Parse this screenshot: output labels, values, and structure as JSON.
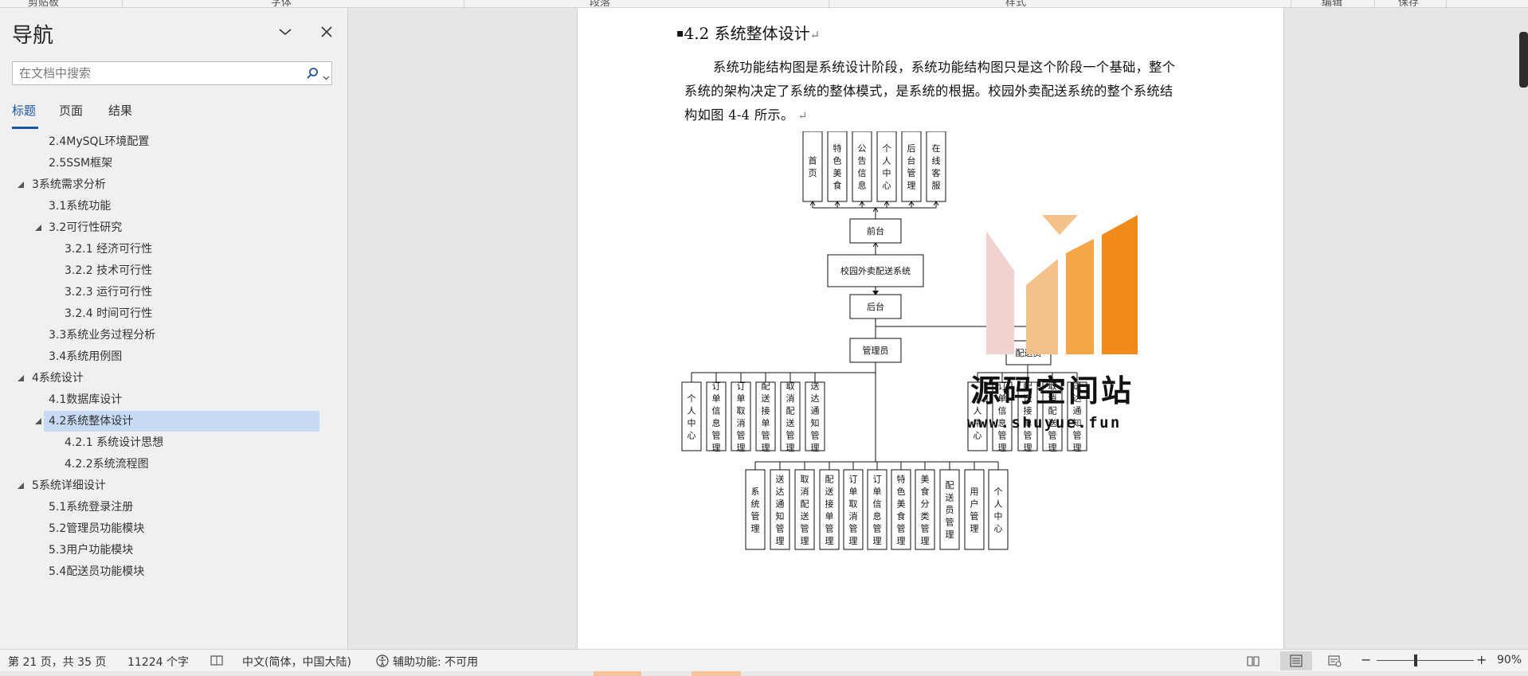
{
  "ribbon": {
    "groups": [
      "剪贴板",
      "字体",
      "段落",
      "样式",
      "编辑",
      "保存"
    ]
  },
  "nav": {
    "title": "导航",
    "search_placeholder": "在文档中搜索",
    "tabs": [
      {
        "label": "标题",
        "active": true
      },
      {
        "label": "页面",
        "active": false
      },
      {
        "label": "结果",
        "active": false
      }
    ],
    "outline": [
      {
        "text": "2.4MySQL环境配置",
        "level": 2,
        "expander": false,
        "selected": false
      },
      {
        "text": "2.5SSM框架",
        "level": 2,
        "expander": false,
        "selected": false
      },
      {
        "text": "3系统需求分析",
        "level": 1,
        "expander": true,
        "selected": false
      },
      {
        "text": "3.1系统功能",
        "level": 2,
        "expander": false,
        "selected": false
      },
      {
        "text": "3.2可行性研究",
        "level": 2,
        "expander": true,
        "selected": false
      },
      {
        "text": "3.2.1 经济可行性",
        "level": 3,
        "expander": false,
        "selected": false
      },
      {
        "text": "3.2.2 技术可行性",
        "level": 3,
        "expander": false,
        "selected": false
      },
      {
        "text": "3.2.3 运行可行性",
        "level": 3,
        "expander": false,
        "selected": false
      },
      {
        "text": "3.2.4 时间可行性",
        "level": 3,
        "expander": false,
        "selected": false
      },
      {
        "text": "3.3系统业务过程分析",
        "level": 2,
        "expander": false,
        "selected": false
      },
      {
        "text": "3.4系统用例图",
        "level": 2,
        "expander": false,
        "selected": false
      },
      {
        "text": "4系统设计",
        "level": 1,
        "expander": true,
        "selected": false
      },
      {
        "text": "4.1数据库设计",
        "level": 2,
        "expander": false,
        "selected": false
      },
      {
        "text": "4.2系统整体设计",
        "level": 2,
        "expander": true,
        "selected": true
      },
      {
        "text": "4.2.1 系统设计思想",
        "level": 3,
        "expander": false,
        "selected": false
      },
      {
        "text": "4.2.2系统流程图",
        "level": 3,
        "expander": false,
        "selected": false
      },
      {
        "text": "5系统详细设计",
        "level": 1,
        "expander": true,
        "selected": false
      },
      {
        "text": "5.1系统登录注册",
        "level": 2,
        "expander": false,
        "selected": false
      },
      {
        "text": "5.2管理员功能模块",
        "level": 2,
        "expander": false,
        "selected": false
      },
      {
        "text": "5.3用户功能模块",
        "level": 2,
        "expander": false,
        "selected": false
      },
      {
        "text": "5.4配送员功能模块",
        "level": 2,
        "expander": false,
        "selected": false
      }
    ]
  },
  "document": {
    "heading": "4.2 系统整体设计",
    "paragraph": "系统功能结构图是系统设计阶段，系统功能结构图只是这个阶段一个基础，整个系统的架构决定了系统的整体模式，是系统的根据。校园外卖配送系统的整个系统结构如图 4-4 所示。",
    "diagram": {
      "frontend_items": [
        "首页",
        "特色美食",
        "公告信息",
        "个人中心",
        "后台管理",
        "在线客服"
      ],
      "frontend": "前台",
      "system": "校园外卖配送系统",
      "backend": "后台",
      "admin": "管理员",
      "courier": "配送员",
      "left_items": [
        "个人中心",
        "订单信息管理",
        "订单取消管理",
        "配送接单管理",
        "取消配送管理",
        "送达通知管理"
      ],
      "courier_items": [
        "个人中心",
        "订单信息管理",
        "配送接单管理",
        "取消配送管理",
        "送达通知管理"
      ],
      "admin_items": [
        "系统管理",
        "送达通知管理",
        "取消配送管理",
        "配送接单管理",
        "订单取消管理",
        "订单信息管理",
        "特色美食管理",
        "美食分类管理",
        "配送员管理",
        "用户管理",
        "个人中心"
      ]
    },
    "watermark": {
      "title": "源码空间站",
      "url": "www.shuyue.fun",
      "colors": [
        "#f0d2cf",
        "#f5c18a",
        "#f6a547",
        "#f08a1a"
      ]
    }
  },
  "status": {
    "page": "第 21 页，共 35 页",
    "words": "11224 个字",
    "language": "中文(简体，中国大陆)",
    "accessibility": "辅助功能: 不可用",
    "zoom": "90%",
    "zoom_minus": "−",
    "zoom_plus": "+"
  }
}
